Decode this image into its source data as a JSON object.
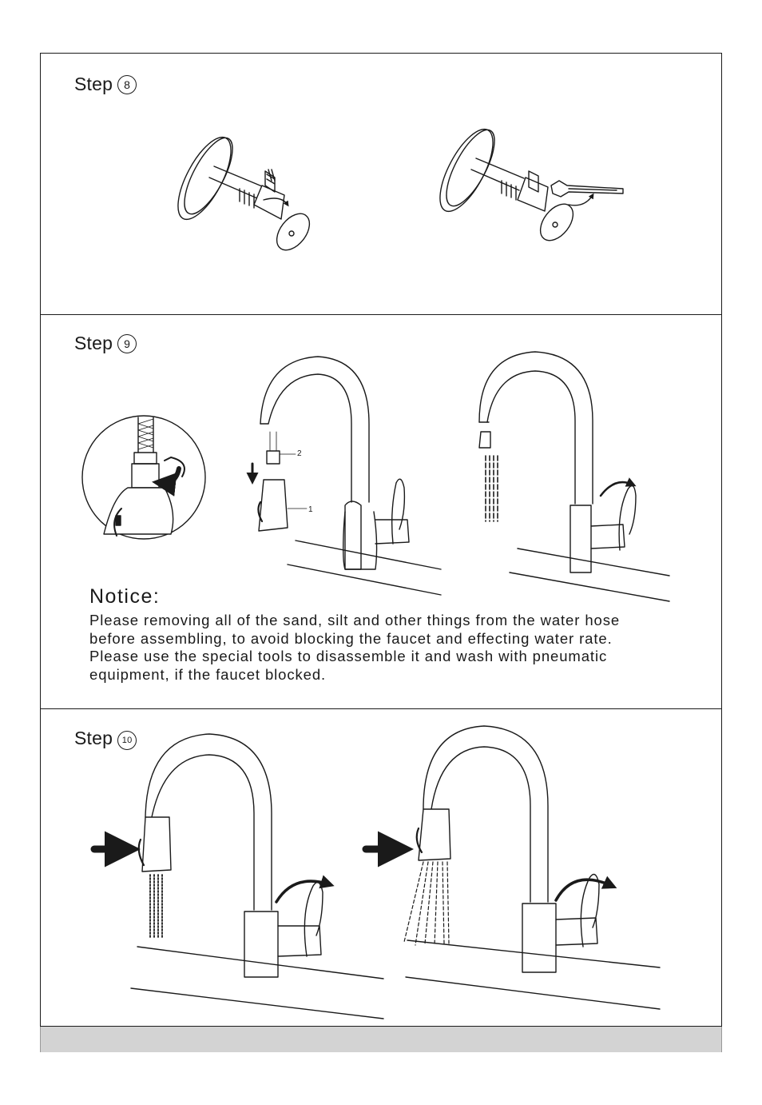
{
  "step8": {
    "label": "Step",
    "number": "8"
  },
  "step9": {
    "label": "Step",
    "number": "9",
    "callouts": [
      "2",
      "1"
    ]
  },
  "notice": {
    "title": "Notice:",
    "lines": [
      "Please removing all of the sand, silt and other things from the water hose",
      "before assembling,   to avoid blocking the faucet and effecting water rate.",
      "Please use the special tools to disassemble it and wash with pneumatic",
      "equipment, if the faucet blocked."
    ]
  },
  "step10": {
    "label": "Step",
    "number": "10"
  },
  "icons": [
    "shutoff-valve-hand-tighten-icon",
    "shutoff-valve-wrench-icon",
    "hose-connection-magnifier-icon",
    "sprayhead-attach-icon",
    "faucet-stream-flow-icon",
    "faucet-stream-button-icon",
    "faucet-spray-button-icon"
  ],
  "colors": {
    "line": "#1a1a1a",
    "footer": "#d3d3d3",
    "background": "#ffffff"
  }
}
